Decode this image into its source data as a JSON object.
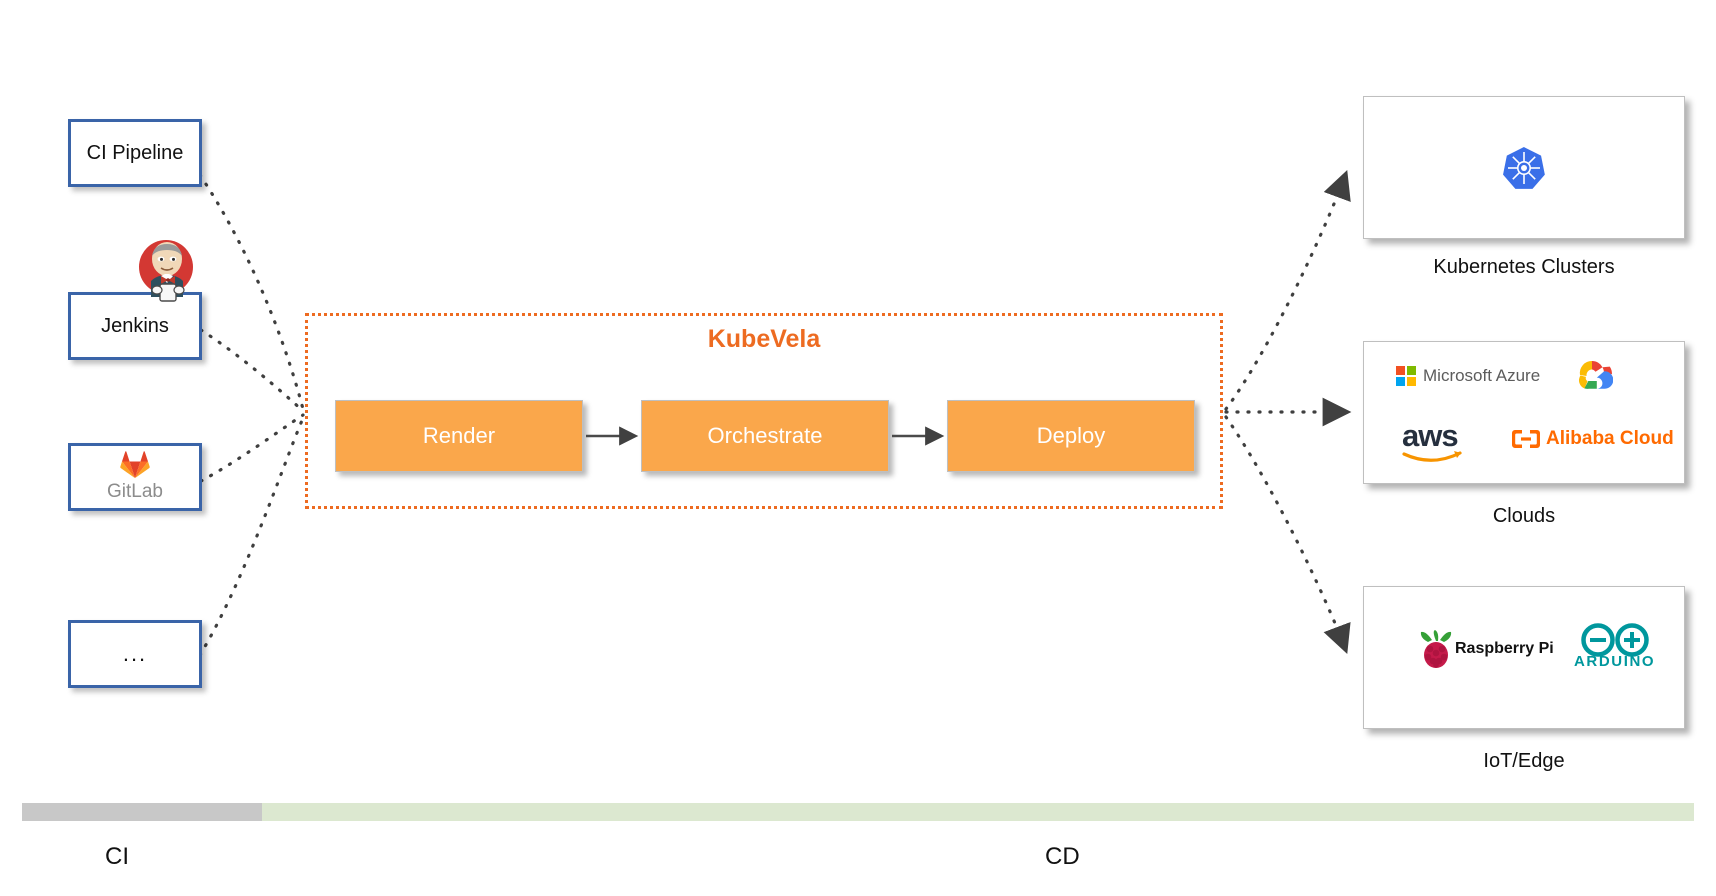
{
  "diagram": {
    "title": "KubeVela",
    "brand_color": "#ED6B21",
    "stage_box_color": "#FAA74B",
    "source_box_border_color": "#3A64A8"
  },
  "sources": [
    {
      "id": "ci-pipeline",
      "label": "CI Pipeline",
      "icon": "none"
    },
    {
      "id": "jenkins",
      "label": "Jenkins",
      "icon": "jenkins-butler-icon"
    },
    {
      "id": "gitlab",
      "label": "GitLab",
      "icon": "gitlab-fox-icon"
    },
    {
      "id": "more",
      "label": "...",
      "icon": "none"
    }
  ],
  "pipeline": {
    "title": "KubeVela",
    "stages": [
      {
        "id": "render",
        "label": "Render"
      },
      {
        "id": "orchestrate",
        "label": "Orchestrate"
      },
      {
        "id": "deploy",
        "label": "Deploy"
      }
    ]
  },
  "targets": [
    {
      "id": "kubernetes-clusters",
      "caption": "Kubernetes Clusters",
      "logos": [
        {
          "name": "kubernetes-helm-icon",
          "text": ""
        }
      ]
    },
    {
      "id": "clouds",
      "caption": "Clouds",
      "logos": [
        {
          "name": "microsoft-azure-icon",
          "text": "Microsoft Azure"
        },
        {
          "name": "google-cloud-icon",
          "text": ""
        },
        {
          "name": "aws-icon",
          "text": "aws"
        },
        {
          "name": "alibaba-cloud-icon",
          "text": "Alibaba Cloud"
        }
      ]
    },
    {
      "id": "iot-edge",
      "caption": "IoT/Edge",
      "logos": [
        {
          "name": "raspberry-pi-icon",
          "text": "Raspberry Pi"
        },
        {
          "name": "arduino-icon",
          "text": "ARDUINO"
        }
      ]
    }
  ],
  "bands": [
    {
      "id": "ci",
      "label": "CI",
      "color": "#C8C8C8"
    },
    {
      "id": "cd",
      "label": "CD",
      "color": "#DCE8D0"
    }
  ]
}
